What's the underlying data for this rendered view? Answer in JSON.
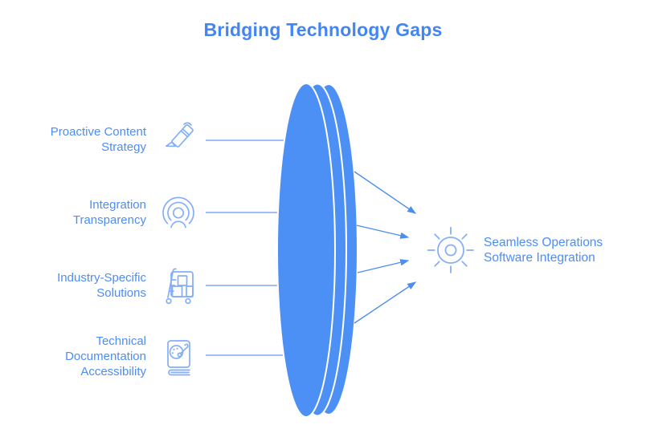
{
  "title": "Bridging Technology Gaps",
  "colors": {
    "title_blue": "#4285f4",
    "label_blue": "#4e8df3",
    "icon_blue": "#84aff7",
    "lens_blue": "#4d90f5",
    "connector_blue": "#7ea9f5",
    "arrow_blue": "#4d8ef0"
  },
  "inputs": {
    "items": [
      {
        "label": "Proactive Content Strategy",
        "icon": "marker-pen-icon"
      },
      {
        "label": "Integration Transparency",
        "icon": "broadcast-person-icon"
      },
      {
        "label": "Industry-Specific Solutions",
        "icon": "hand-truck-boxes-icon"
      },
      {
        "label": "Technical Documentation Accessibility",
        "icon": "art-book-icon"
      }
    ]
  },
  "output": {
    "label": "Seamless Operations Software Integration",
    "icon": "sun-icon"
  },
  "diagram": {
    "type": "funnel-lens",
    "lens_layers": 3,
    "connector_count": 4,
    "arrow_count": 4
  }
}
